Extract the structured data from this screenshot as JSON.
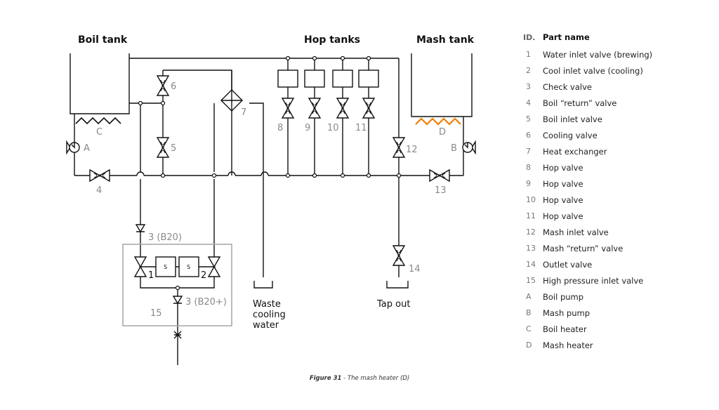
{
  "diagram": {
    "tanks": {
      "boil": "Boil tank",
      "hop": "Hop tanks",
      "mash": "Mash tank"
    },
    "valve_labels": {
      "v1": "1",
      "v2": "2",
      "v3a": "3 (B20)",
      "v3b": "3 (B20+)",
      "v4": "4",
      "v5": "5",
      "v6": "6",
      "v7": "7",
      "v8": "8",
      "v9": "9",
      "v10": "10",
      "v11": "11",
      "v12": "12",
      "v13": "13",
      "v14": "14",
      "v15": "15",
      "pumpA": "A",
      "pumpB": "B",
      "heaterC": "C",
      "heaterD": "D",
      "solenoid": "S"
    },
    "outlets": {
      "waste_line1": "Waste",
      "waste_line2": "cooling",
      "waste_line3": "water",
      "tap": "Tap out"
    },
    "colors": {
      "line": "#111111",
      "label_grey": "#8a8a8a",
      "box_grey": "#aaaaaa",
      "highlight": "#f07c00"
    }
  },
  "parts_table": {
    "header_id": "ID.",
    "header_name": "Part name",
    "rows": [
      {
        "id": "1",
        "name": "Water inlet valve (brewing)"
      },
      {
        "id": "2",
        "name": "Cool inlet valve (cooling)"
      },
      {
        "id": "3",
        "name": "Check valve"
      },
      {
        "id": "4",
        "name": "Boil “return” valve"
      },
      {
        "id": "5",
        "name": "Boil inlet valve"
      },
      {
        "id": "6",
        "name": "Cooling valve"
      },
      {
        "id": "7",
        "name": "Heat exchanger"
      },
      {
        "id": "8",
        "name": "Hop valve"
      },
      {
        "id": "9",
        "name": "Hop valve"
      },
      {
        "id": "10",
        "name": "Hop valve"
      },
      {
        "id": "11",
        "name": "Hop valve"
      },
      {
        "id": "12",
        "name": "Mash inlet valve"
      },
      {
        "id": "13",
        "name": "Mash “return” valve"
      },
      {
        "id": "14",
        "name": "Outlet valve"
      },
      {
        "id": "15",
        "name": "High pressure inlet valve"
      },
      {
        "id": "A",
        "name": "Boil pump"
      },
      {
        "id": "B",
        "name": "Mash pump"
      },
      {
        "id": "C",
        "name": "Boil heater"
      },
      {
        "id": "D",
        "name": "Mash heater"
      }
    ]
  },
  "caption": {
    "figure": "Figure 31",
    "text": " - The mash heater (D)"
  }
}
